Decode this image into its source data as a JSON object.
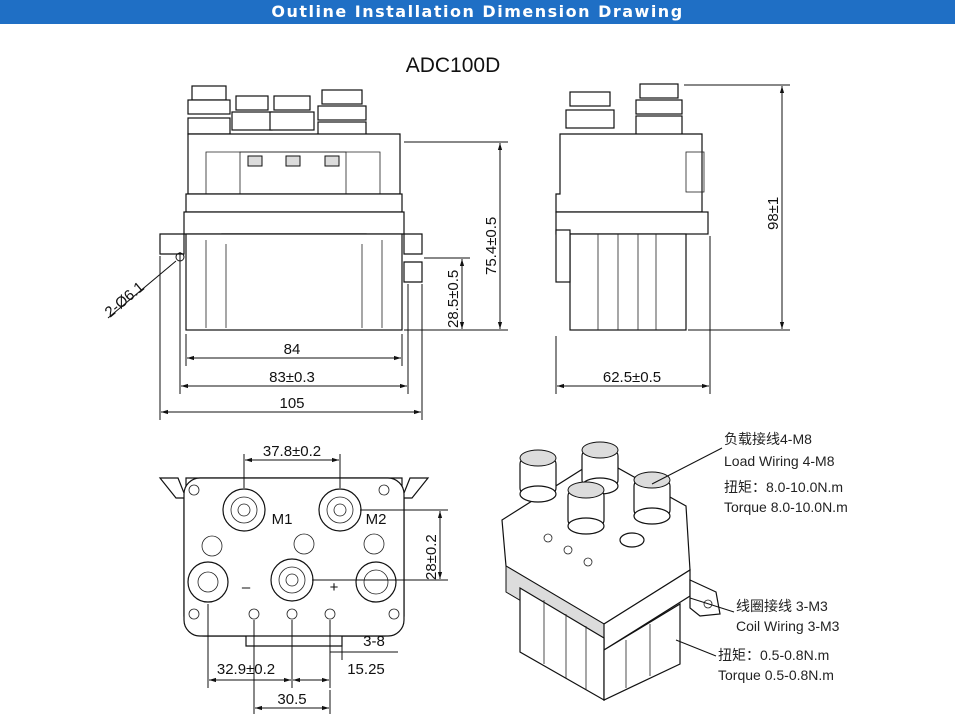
{
  "header": {
    "title": "Outline Installation Dimension Drawing"
  },
  "model": "ADC100D",
  "front_view": {
    "hole": "2-Ø6.1",
    "width_84": "84",
    "width_83": "83±0.3",
    "width_105": "105",
    "height_75": "75.4±0.5",
    "height_28": "28.5±0.5"
  },
  "side_view": {
    "width": "62.5±0.5",
    "height": "98±1"
  },
  "top_view": {
    "spacing_37": "37.8±0.2",
    "height_28": "28±0.2",
    "gap_3_8": "3-8",
    "offset_32": "32.9±0.2",
    "offset_15": "15.25",
    "spacing_30": "30.5",
    "label_m1": "M1",
    "label_m2": "M2",
    "label_minus": "–",
    "label_plus": "+"
  },
  "iso_view": {
    "load_cn": "负载接线4-M8",
    "load_en": "Load Wiring 4-M8",
    "load_torque_cn": "扭矩：8.0-10.0N.m",
    "load_torque_en": "Torque 8.0-10.0N.m",
    "coil_cn": "线圈接线 3-M3",
    "coil_en": "Coil Wiring 3-M3",
    "coil_torque_cn": "扭矩：0.5-0.8N.m",
    "coil_torque_en": "Torque 0.5-0.8N.m"
  }
}
